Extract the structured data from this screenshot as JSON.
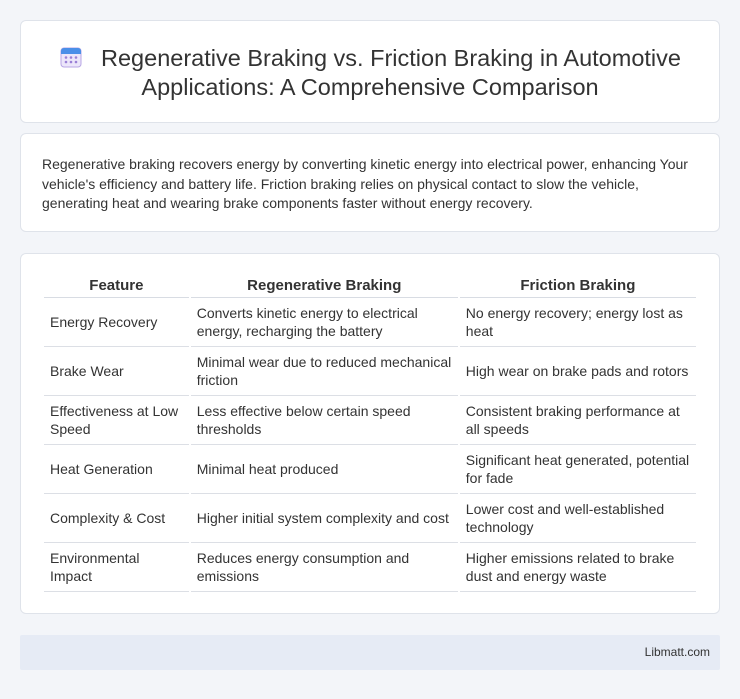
{
  "header": {
    "icon": "calendar-icon",
    "title_line1": "Regenerative Braking vs. Friction Braking in Automotive",
    "title_line2": "Applications: A Comprehensive Comparison"
  },
  "intro": {
    "text": "Regenerative braking recovers energy by converting kinetic energy into electrical power, enhancing Your vehicle's efficiency and battery life. Friction braking relies on physical contact to slow the vehicle, generating heat and wearing brake components faster without energy recovery."
  },
  "table": {
    "headers": [
      "Feature",
      "Regenerative Braking",
      "Friction Braking"
    ],
    "rows": [
      [
        "Energy Recovery",
        "Converts kinetic energy to electrical energy, recharging the battery",
        "No energy recovery; energy lost as heat"
      ],
      [
        "Brake Wear",
        "Minimal wear due to reduced mechanical friction",
        "High wear on brake pads and rotors"
      ],
      [
        "Effectiveness at Low Speed",
        "Less effective below certain speed thresholds",
        "Consistent braking performance at all speeds"
      ],
      [
        "Heat Generation",
        "Minimal heat produced",
        "Significant heat generated, potential for fade"
      ],
      [
        "Complexity & Cost",
        "Higher initial system complexity and cost",
        "Lower cost and well-established technology"
      ],
      [
        "Environmental Impact",
        "Reduces energy consumption and emissions",
        "Higher emissions related to brake dust and energy waste"
      ]
    ]
  },
  "footer": {
    "text": "Libmatt.com"
  },
  "colors": {
    "background": "#f3f5f9",
    "card": "#ffffff",
    "footer": "#e6ebf5",
    "icon_blue": "#4a8fe8",
    "icon_purple": "#9a7fd6"
  }
}
